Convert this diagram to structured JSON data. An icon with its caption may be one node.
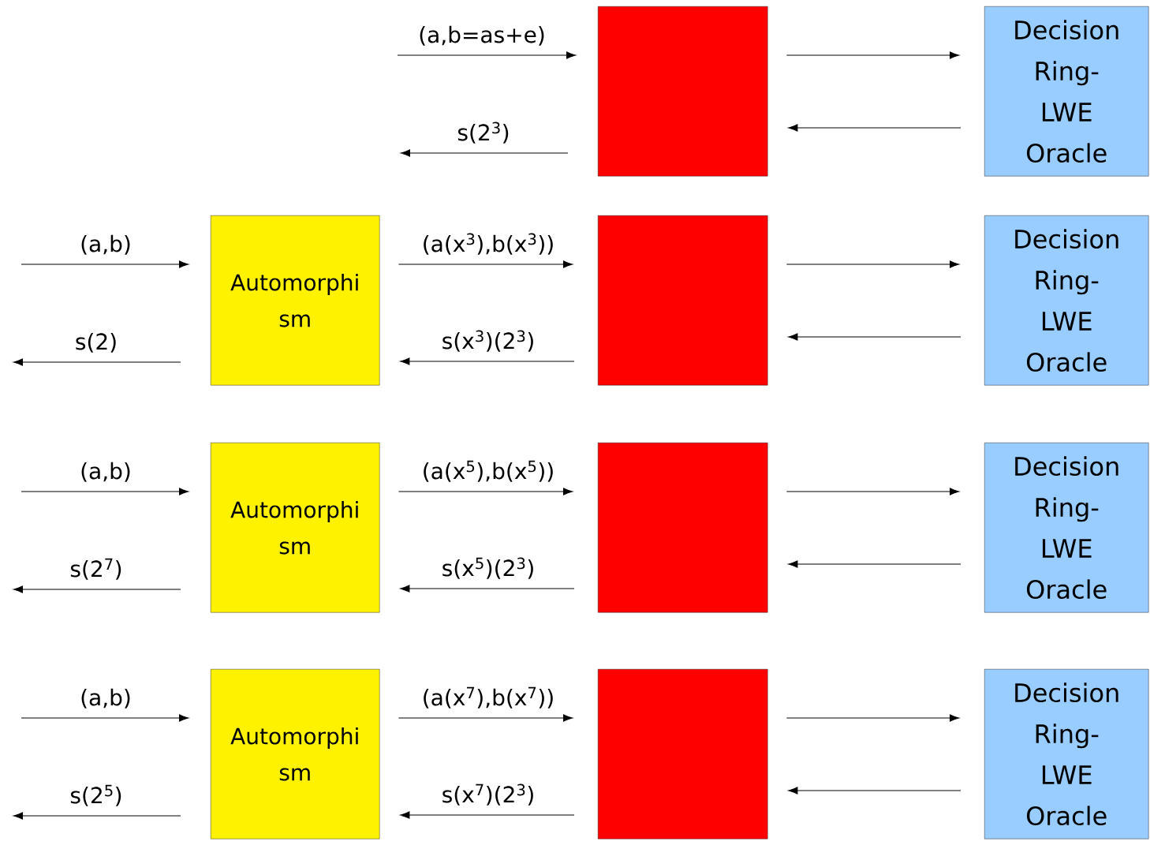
{
  "diagram": {
    "nodes": [
      {
        "text": [],
        "shape": "box"
      },
      {
        "text": [
          "Decision Ring- LWE Oracle"
        ]
      },
      {
        "text": [
          "Automorphi sm"
        ]
      },
      {
        "text": [],
        "shape": "box"
      },
      {
        "text": [
          "Decision Ring- LWE Oracle"
        ]
      },
      {
        "text": [
          "Automorphi sm"
        ]
      },
      {
        "text": [],
        "shape": "box"
      },
      {
        "text": [
          "Decision Ring- LWE Oracle"
        ]
      },
      {
        "text": [
          "Automorphi sm"
        ]
      },
      {
        "text": [],
        "shape": "box"
      },
      {
        "text": [
          "Decision Ring- LWE Oracle"
        ]
      }
    ],
    "edges": [
      {
        "from": null,
        "to": 0,
        "arrow": "to",
        "label": "(a,b=as+e)"
      },
      {
        "from": 0,
        "to": null,
        "arrow": "to",
        "label": "s(2$^{3}$)"
      },
      {
        "from": 0,
        "to": 1,
        "arrow": "to"
      },
      {
        "from": 1,
        "to": 0,
        "arrow": "to"
      },
      {
        "from": null,
        "to": 2,
        "arrow": "to",
        "label": "(a,b)"
      },
      {
        "from": 2,
        "to": null,
        "arrow": "to",
        "label": "s(2)"
      },
      {
        "from": 2,
        "to": 3,
        "arrow": "to",
        "label": "(a(x$^{3}$),b(x$^{3}$))"
      },
      {
        "from": 3,
        "to": 2,
        "arrow": "to",
        "label": "s(x$^{3}$)(2$^{3}$)"
      },
      {
        "from": 3,
        "to": 4,
        "arrow": "to"
      },
      {
        "from": 4,
        "to": 3,
        "arrow": "to"
      },
      {
        "from": null,
        "to": 5,
        "arrow": "to",
        "label": "(a,b)"
      },
      {
        "from": 5,
        "to": null,
        "arrow": "to",
        "label": "s(2$^{7}$)"
      },
      {
        "from": 5,
        "to": 6,
        "arrow": "to",
        "label": "(a(x$^{5}$),b(x$^{5}$))"
      },
      {
        "from": 6,
        "to": 5,
        "arrow": "to",
        "label": "s(x$^{5}$)(2$^{3}$)"
      },
      {
        "from": 6,
        "to": 7,
        "arrow": "to"
      },
      {
        "from": 7,
        "to": 6,
        "arrow": "to"
      },
      {
        "from": null,
        "to": 8,
        "arrow": "to",
        "label": "(a,b)"
      },
      {
        "from": 8,
        "to": null,
        "arrow": "to",
        "label": "s(2$^{5}$)"
      },
      {
        "from": 8,
        "to": 9,
        "arrow": "to",
        "label": "(a(x$^{7}$),b(x$^{7}$))"
      },
      {
        "from": 9,
        "to": 8,
        "arrow": "to",
        "label": "s(x$^{7}$)(2$^{3}$)"
      },
      {
        "from": 9,
        "to": 10,
        "arrow": "to"
      },
      {
        "from": 10,
        "to": 9,
        "arrow": "to"
      }
    ]
  }
}
